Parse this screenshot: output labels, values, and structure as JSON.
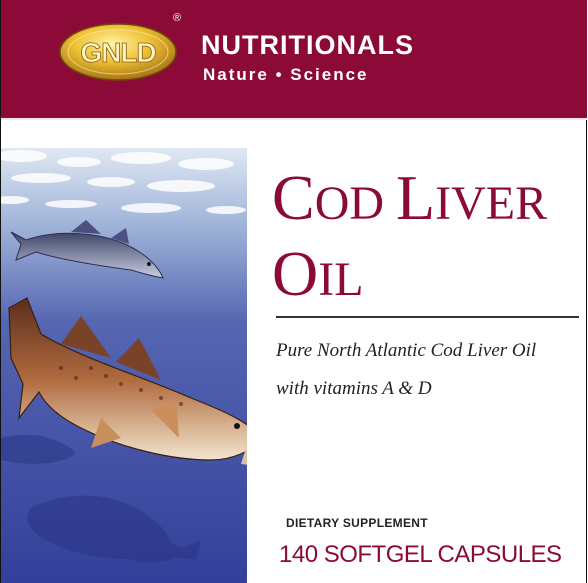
{
  "header": {
    "logo_text": "GNLD",
    "registered": "®",
    "brand": "NUTRITIONALS",
    "tagline": "Nature • Science"
  },
  "product": {
    "title_line1_part1": "C",
    "title_line1_part2": "OD ",
    "title_line1_part3": "L",
    "title_line1_part4": "IVER",
    "title_line2_part1": "O",
    "title_line2_part2": "IL",
    "subtitle_line1": "Pure North Atlantic Cod Liver Oil",
    "subtitle_line2": "with vitamins A & D",
    "supplement_label": "DIETARY SUPPLEMENT",
    "quantity": "140 SOFTGEL CAPSULES"
  },
  "colors": {
    "brand_red": "#8c0a37",
    "gold": "#d9a621",
    "sea_blue": "#3f4fa0"
  }
}
